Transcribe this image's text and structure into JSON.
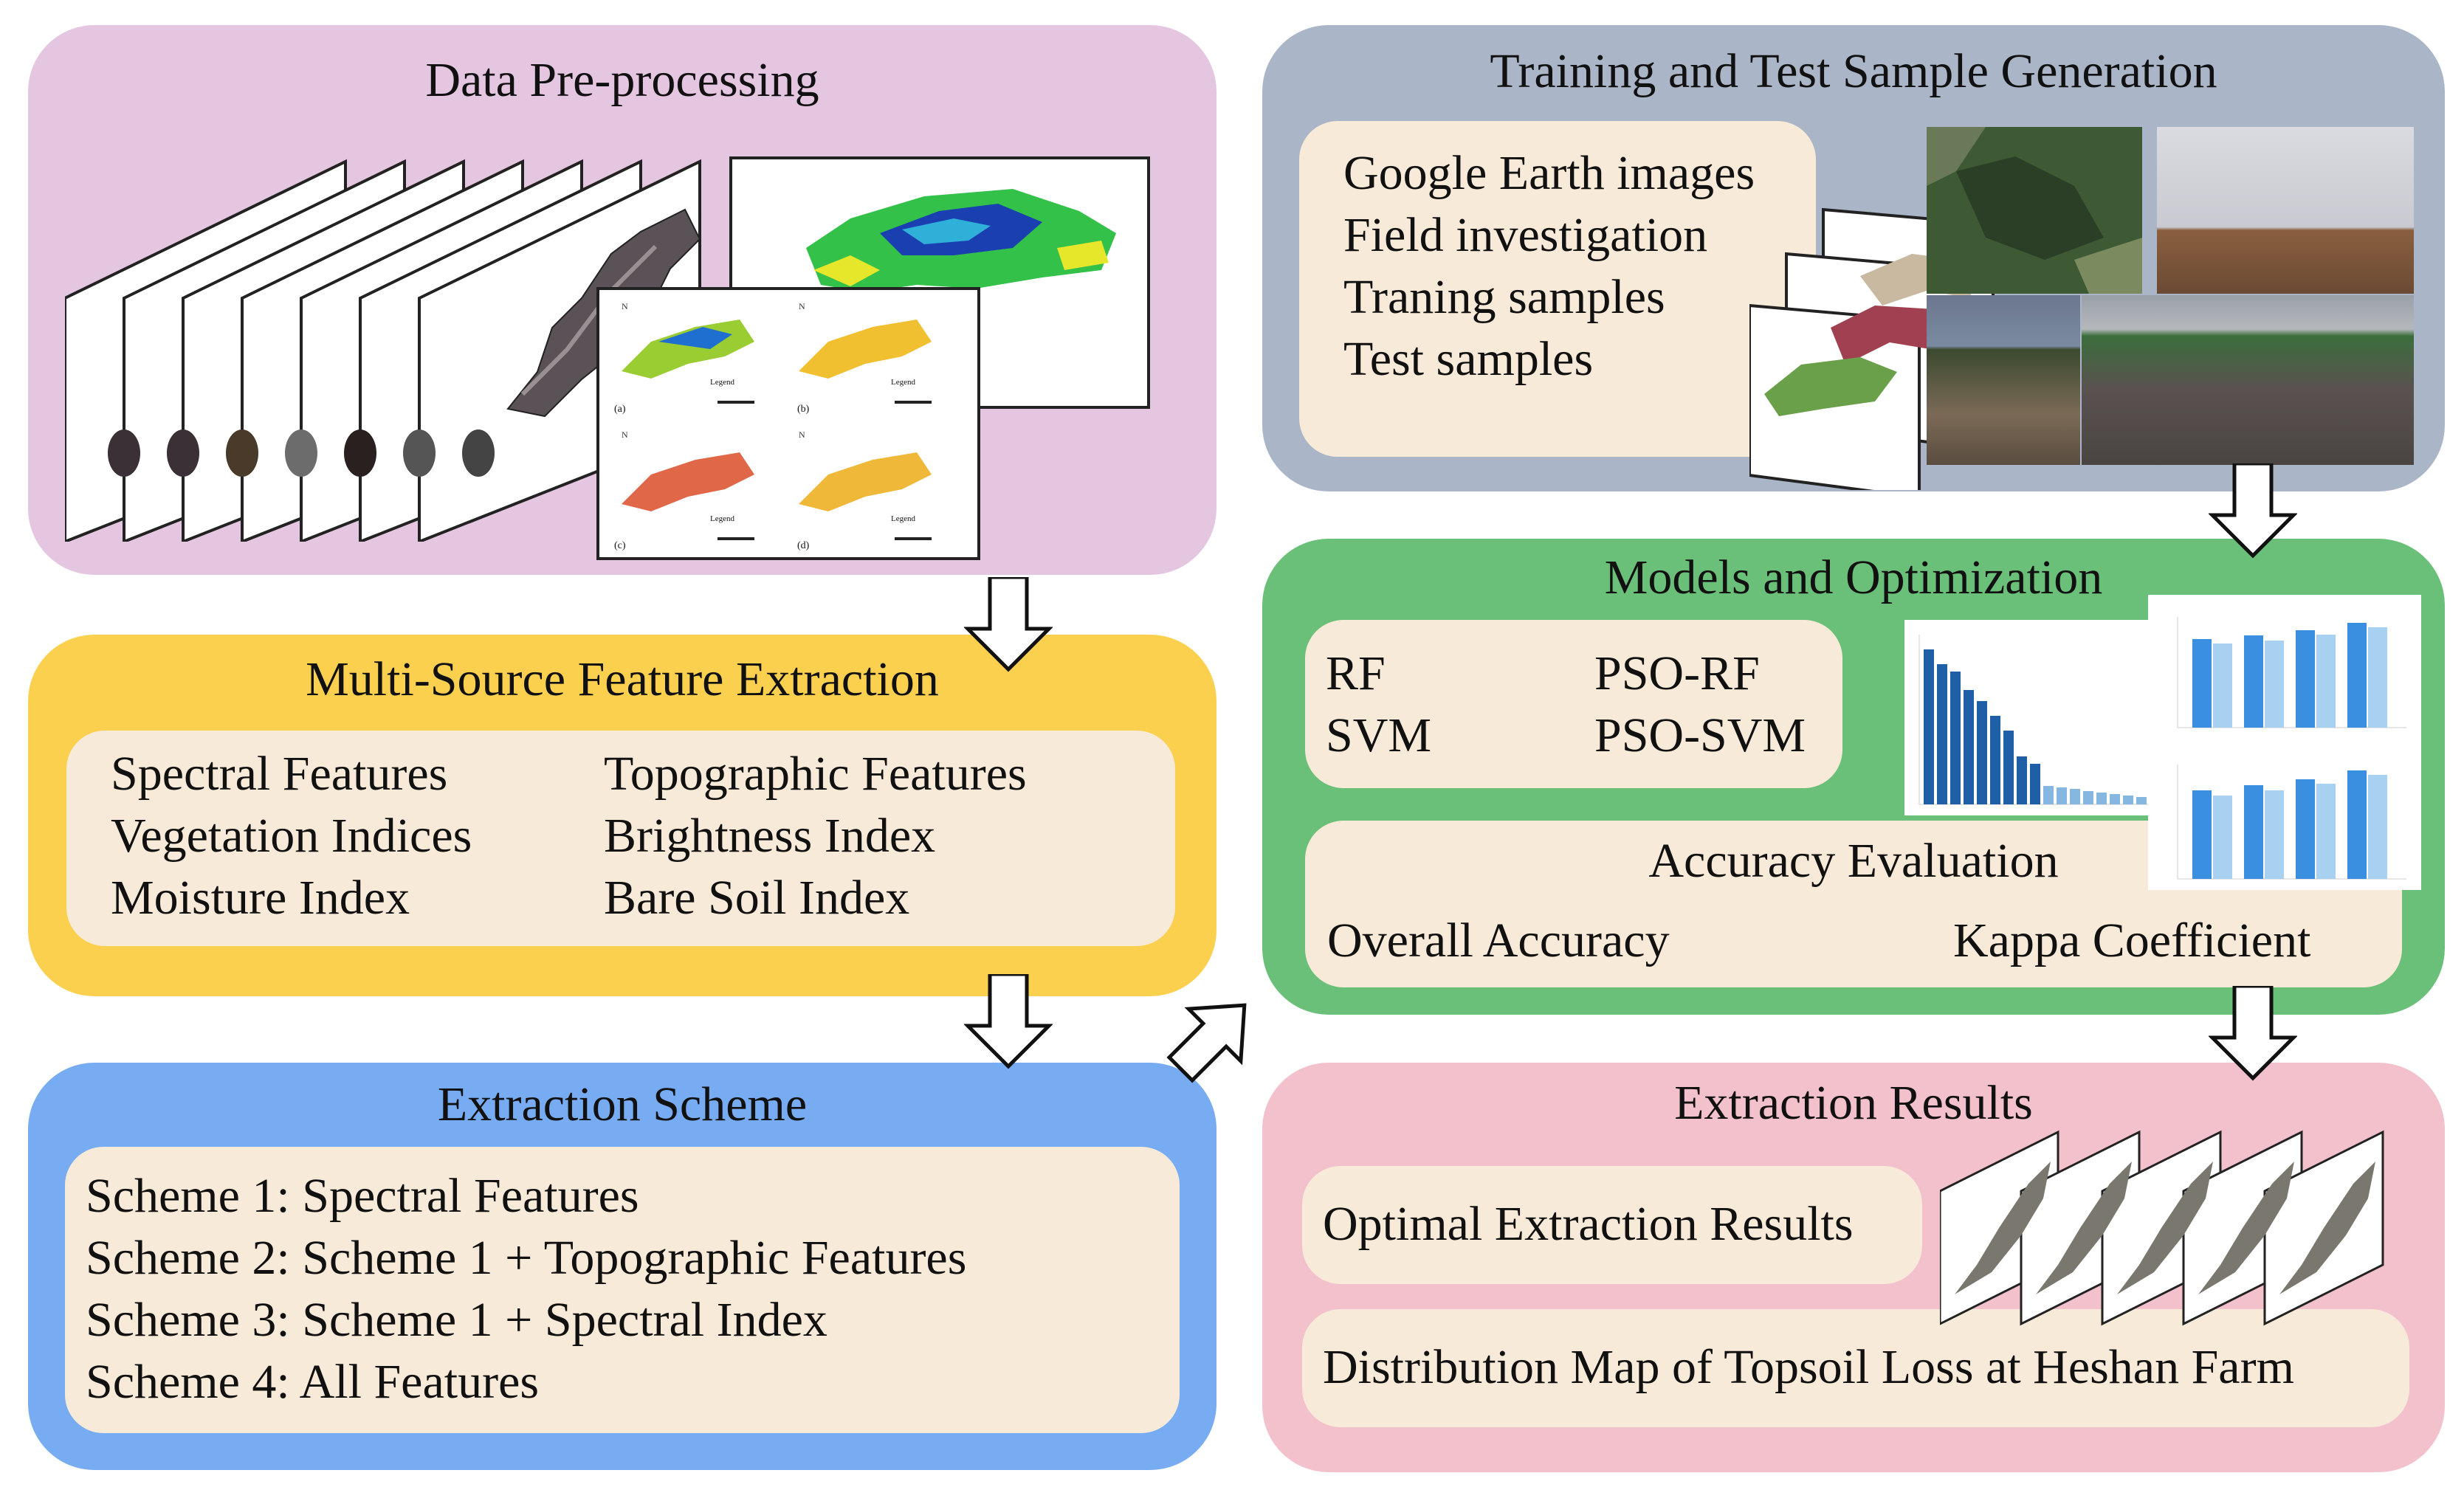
{
  "preprocessing": {
    "title": "Data Pre-processing",
    "thumb_labels": [
      "(a)",
      "(b)",
      "(c)",
      "(d)"
    ],
    "thumb_legend": "Legend"
  },
  "training": {
    "title": "Training and Test Sample Generation",
    "items": [
      "Google Earth images",
      "Field investigation",
      "Traning samples",
      "Test samples"
    ]
  },
  "feature_extraction": {
    "title": "Multi-Source Feature Extraction",
    "left": [
      "Spectral Features",
      "Vegetation Indices",
      "Moisture Index"
    ],
    "right": [
      "Topographic Features",
      "Brightness Index",
      "Bare Soil Index"
    ]
  },
  "models": {
    "title": "Models and Optimization",
    "left": [
      "RF",
      "SVM"
    ],
    "right": [
      "PSO-RF",
      "PSO-SVM"
    ],
    "accuracy_title": "Accuracy Evaluation",
    "accuracy_left": "Overall Accuracy",
    "accuracy_right": "Kappa Coefficient"
  },
  "scheme": {
    "title": "Extraction Scheme",
    "items": [
      "Scheme 1: Spectral Features",
      "Scheme 2: Scheme 1 + Topographic Features",
      "Scheme 3: Scheme 1 + Spectral Index",
      "Scheme 4: All Features"
    ]
  },
  "results": {
    "title": "Extraction Results",
    "optimal": "Optimal Extraction Results",
    "distribution": "Distribution Map of Topsoil Loss at Heshan Farm"
  },
  "colors": {
    "preprocessing": "#e4c6e1",
    "training": "#aab5c8",
    "feature_extraction": "#fbd04e",
    "models": "#6bc079",
    "scheme": "#77abf2",
    "results": "#f3c1cc",
    "inner_box": "#f8ead8"
  }
}
